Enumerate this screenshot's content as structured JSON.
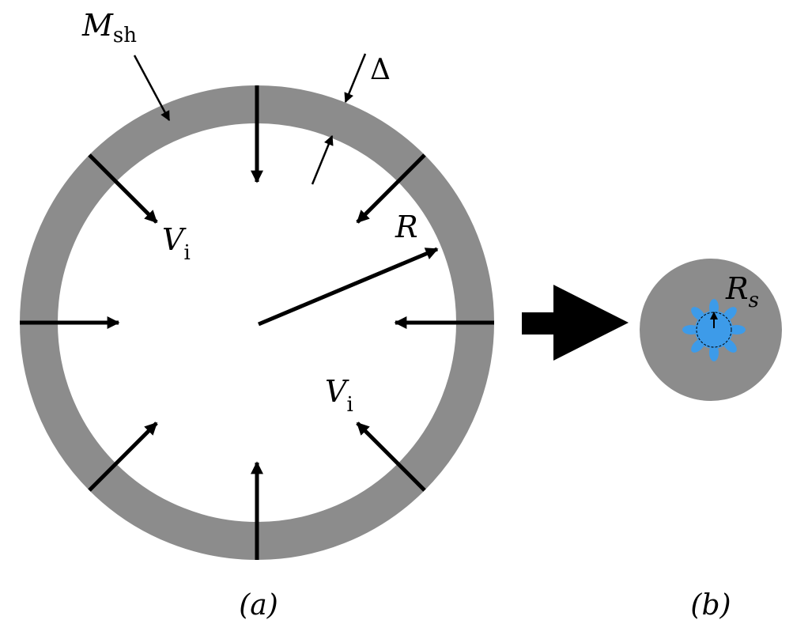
{
  "colors": {
    "shell": "#8c8c8c",
    "arrow": "#000000",
    "core": "#3d9be9",
    "background": "#ffffff"
  },
  "labels": {
    "mass": {
      "main": "M",
      "sub": "sh"
    },
    "thickness": "Δ",
    "radius": "R",
    "velocity_upper": {
      "main": "V",
      "sub": "i"
    },
    "velocity_lower": {
      "main": "V",
      "sub": "i"
    },
    "core_radius": {
      "main": "R",
      "sub": "s"
    },
    "panel_a": "(a)",
    "panel_b": "(b)"
  }
}
